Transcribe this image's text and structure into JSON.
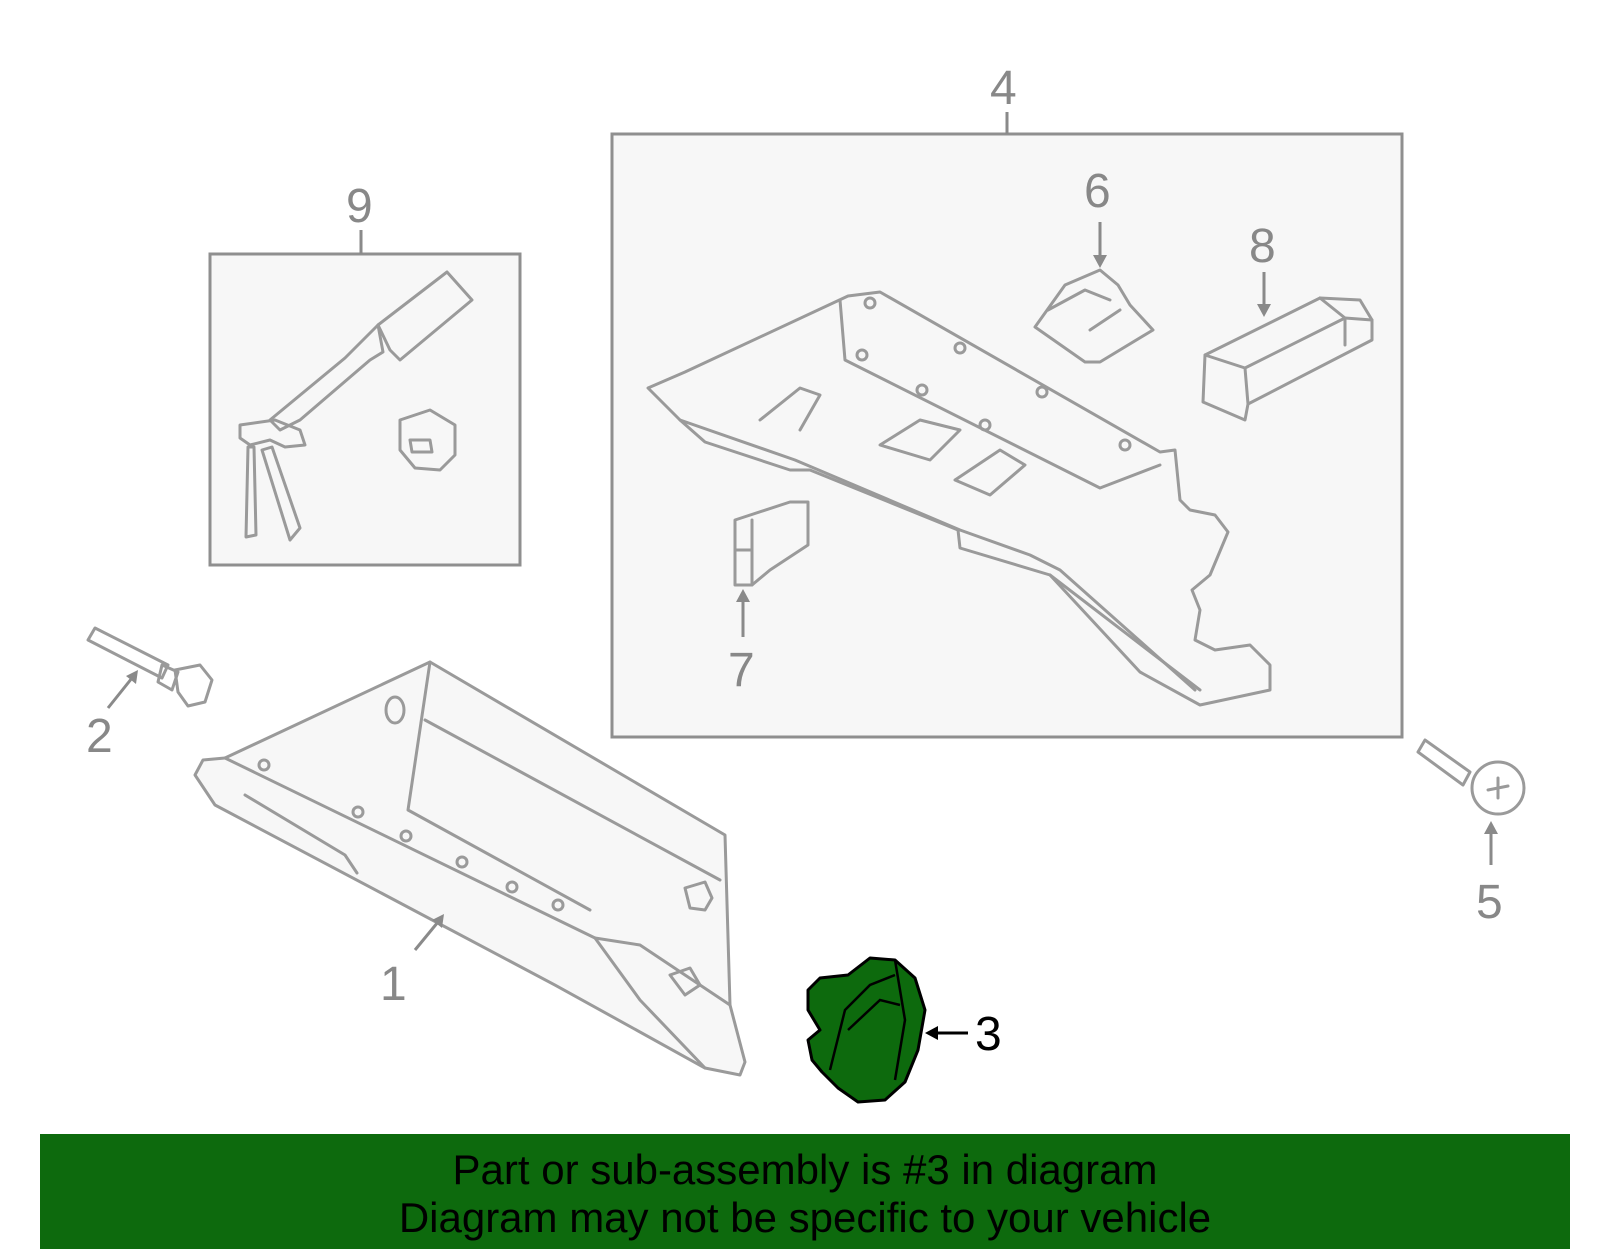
{
  "callouts": [
    {
      "id": "1",
      "text": "1"
    },
    {
      "id": "2",
      "text": "2"
    },
    {
      "id": "3",
      "text": "3"
    },
    {
      "id": "4",
      "text": "4"
    },
    {
      "id": "5",
      "text": "5"
    },
    {
      "id": "6",
      "text": "6"
    },
    {
      "id": "7",
      "text": "7"
    },
    {
      "id": "8",
      "text": "8"
    },
    {
      "id": "9",
      "text": "9"
    }
  ],
  "highlight_part": "3",
  "colors": {
    "highlight_fill": "#0d6a0d",
    "banner_bg": "#0d6a0d",
    "line": "#9a9a9a",
    "label": "#888888"
  },
  "banner": {
    "line1": "Part or sub-assembly is #3 in diagram",
    "line2": "Diagram may not be specific to your vehicle"
  }
}
